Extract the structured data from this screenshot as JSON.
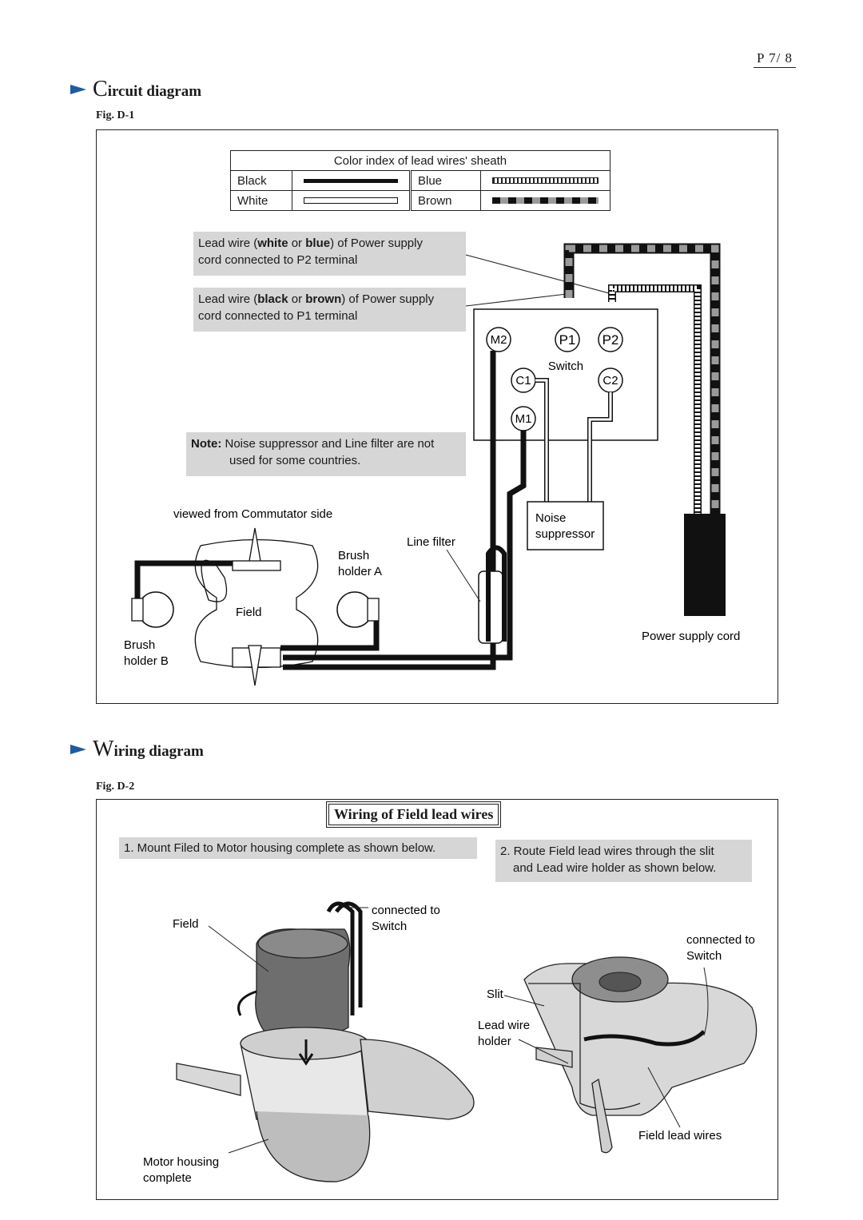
{
  "page": {
    "number": "P 7/ 8"
  },
  "circuit": {
    "title_initial": "C",
    "title_rest": "ircuit diagram",
    "fig": "Fig. D-1",
    "legend": {
      "title": "Color index of lead wires' sheath",
      "rows": [
        {
          "left": "Black",
          "right": "Blue"
        },
        {
          "left": "White",
          "right": "Brown"
        }
      ]
    },
    "notes": {
      "p2_pre": "Lead wire (",
      "p2_bold1": "white",
      "p2_mid": " or ",
      "p2_bold2": "blue",
      "p2_post": ") of Power supply",
      "p2_line2": "cord connected to P2 terminal",
      "p1_pre": "Lead wire (",
      "p1_bold1": "black",
      "p1_mid": " or ",
      "p1_bold2": "brown",
      "p1_post": ") of Power supply",
      "p1_line2": "cord connected to P1 terminal",
      "note_label": "Note:",
      "note_line1": " Noise suppressor and Line filter are not",
      "note_line2": "used for some countries."
    },
    "labels": {
      "m2": "M2",
      "p1": "P1",
      "p2": "P2",
      "switch": "Switch",
      "c1": "C1",
      "c2": "C2",
      "m1": "M1",
      "viewed": "viewed from Commutator side",
      "line_filter": "Line filter",
      "noise1": "Noise",
      "noise2": "suppressor",
      "brush_a1": "Brush",
      "brush_a2": "holder A",
      "field": "Field",
      "brush_b1": "Brush",
      "brush_b2": "holder B",
      "power_cord": "Power  supply cord"
    }
  },
  "wiring": {
    "title_initial": "W",
    "title_rest": "iring diagram",
    "fig": "Fig. D-2",
    "subtitle": "Wiring of Field lead wires",
    "step1": "1. Mount Filed to Motor housing complete as shown below.",
    "step2_line1": "2. Route Field lead wires through the slit",
    "step2_line2": "and Lead wire holder as shown below.",
    "labels": {
      "field": "Field",
      "connected_left1": "connected to",
      "connected_left2": "Switch",
      "motor1": "Motor housing",
      "motor2": "complete",
      "connected_right1": "connected to",
      "connected_right2": "Switch",
      "slit": "Slit",
      "holder1": "Lead wire",
      "holder2": "holder",
      "field_leads": "Field lead wires"
    }
  },
  "colors": {
    "arrow": "#1f5aa6",
    "note_bg": "#d6d6d6",
    "wire_gray": "#9a9a9a"
  }
}
